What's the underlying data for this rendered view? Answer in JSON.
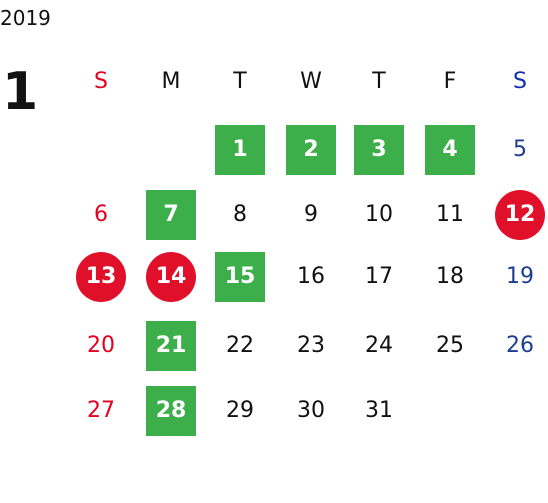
{
  "calendar": {
    "year": "2019",
    "month": "1",
    "weekdays": [
      {
        "label": "S",
        "type": "sun"
      },
      {
        "label": "M",
        "type": "normal"
      },
      {
        "label": "T",
        "type": "normal"
      },
      {
        "label": "W",
        "type": "normal"
      },
      {
        "label": "T",
        "type": "normal"
      },
      {
        "label": "F",
        "type": "normal"
      },
      {
        "label": "S",
        "type": "sat"
      }
    ],
    "weeks": [
      [
        null,
        null,
        {
          "d": "1",
          "hl": "green"
        },
        {
          "d": "2",
          "hl": "green"
        },
        {
          "d": "3",
          "hl": "green"
        },
        {
          "d": "4",
          "hl": "green"
        },
        {
          "d": "5"
        }
      ],
      [
        {
          "d": "6"
        },
        {
          "d": "7",
          "hl": "green"
        },
        {
          "d": "8"
        },
        {
          "d": "9"
        },
        {
          "d": "10"
        },
        {
          "d": "11"
        },
        {
          "d": "12",
          "hl": "red"
        }
      ],
      [
        {
          "d": "13",
          "hl": "red"
        },
        {
          "d": "14",
          "hl": "red"
        },
        {
          "d": "15",
          "hl": "green"
        },
        {
          "d": "16"
        },
        {
          "d": "17"
        },
        {
          "d": "18"
        },
        {
          "d": "19"
        }
      ],
      [
        {
          "d": "20"
        },
        {
          "d": "21",
          "hl": "green"
        },
        {
          "d": "22"
        },
        {
          "d": "23"
        },
        {
          "d": "24"
        },
        {
          "d": "25"
        },
        {
          "d": "26"
        }
      ],
      [
        {
          "d": "27"
        },
        {
          "d": "28",
          "hl": "green"
        },
        {
          "d": "29"
        },
        {
          "d": "30"
        },
        {
          "d": "31"
        },
        null,
        null
      ]
    ]
  },
  "colors": {
    "green": "#3daf4a",
    "red": "#e0102a",
    "sunday_text": "#e6001e",
    "saturday_text": "#1d3d8f"
  }
}
